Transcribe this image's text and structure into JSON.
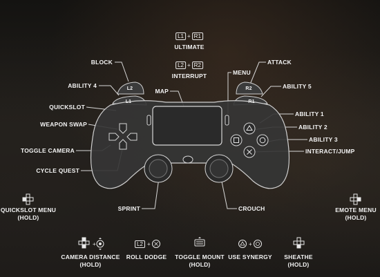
{
  "top": {
    "ultimate": {
      "key1": "L1",
      "key2": "R1",
      "label": "ULTIMATE"
    },
    "interrupt": {
      "key1": "L2",
      "key2": "R2",
      "label": "INTERRUPT"
    }
  },
  "labels": {
    "block": "BLOCK",
    "ability4": "ABILITY 4",
    "quickslot": "QUICKSLOT",
    "weapon_swap": "WEAPON SWAP",
    "toggle_camera": "TOGGLE CAMERA",
    "cycle_quest": "CYCLE QUEST",
    "map": "MAP",
    "menu": "MENU",
    "attack": "ATTACK",
    "ability5": "ABILITY 5",
    "ability1": "ABILITY 1",
    "ability2": "ABILITY 2",
    "ability3": "ABILITY 3",
    "interact_jump": "INTERACT/JUMP",
    "sprint": "SPRINT",
    "crouch": "CROUCH"
  },
  "triggers": {
    "l2": "L2",
    "l1": "L1",
    "r2": "R2",
    "r1": "R1"
  },
  "side": {
    "quickslot_menu": {
      "line1": "QUICKSLOT MENU",
      "line2": "(HOLD)"
    },
    "emote_menu": {
      "line1": "EMOTE MENU",
      "line2": "(HOLD)"
    }
  },
  "bottom": {
    "camera_distance": {
      "line1": "CAMERA DISTANCE",
      "line2": "(HOLD)"
    },
    "roll_dodge": {
      "key": "L2",
      "line1": "ROLL DODGE"
    },
    "toggle_mount": {
      "line1": "TOGGLE MOUNT",
      "line2": "(HOLD)"
    },
    "use_synergy": {
      "line1": "USE SYNERGY"
    },
    "sheathe": {
      "line1": "SHEATHE",
      "line2": "(HOLD)"
    }
  },
  "plus": "+",
  "colors": {
    "text": "#f3f3f3",
    "controller": "#3a3a3a",
    "outline": "#d9d9d9"
  }
}
